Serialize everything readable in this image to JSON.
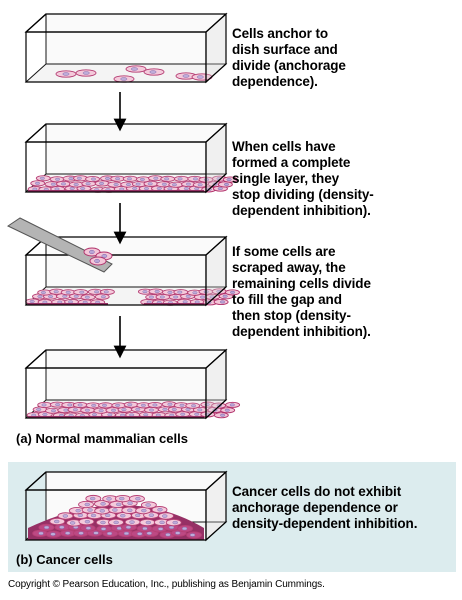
{
  "captions": {
    "step1": "Cells anchor to dish surface and divide (anchorage dependence).",
    "step2": "When cells have formed a complete single layer, they stop dividing (density-dependent inhibition).",
    "step3": "If some cells are scraped away, the remaining cells divide to fill the gap and then stop (density-dependent inhibition).",
    "cancer": "Cancer cells do not exhibit anchorage dependence or density-dependent inhibition."
  },
  "caption_lines": {
    "step1": [
      "Cells anchor to",
      "dish surface and",
      "divide (anchorage",
      "dependence)."
    ],
    "step2": [
      "When cells have",
      "formed a complete",
      "single layer, they",
      "stop dividing (density-",
      "dependent inhibition)."
    ],
    "step3": [
      "If some cells are",
      "scraped away, the",
      "remaining cells divide",
      "to fill the gap and",
      "then stop (density-",
      "dependent inhibition)."
    ],
    "cancer": [
      "Cancer cells do not exhibit",
      "anchorage dependence or",
      "density-dependent inhibition."
    ]
  },
  "labels": {
    "normal": "(a) Normal mammalian cells",
    "cancer": "(b) Cancer cells"
  },
  "copyright": "Copyright © Pearson Education, Inc., publishing as Benjamin Cummings.",
  "colors": {
    "cell_fill": "#f3c6d8",
    "cell_stroke": "#b0306a",
    "nucleus": "#b9a6d6",
    "dish_fill": "#f4f4f4",
    "dish_stroke": "#000000",
    "cancer_dark": "#8e1f58",
    "panel_b_bg": "#dcecee",
    "scraper": "#b4b4b4"
  }
}
